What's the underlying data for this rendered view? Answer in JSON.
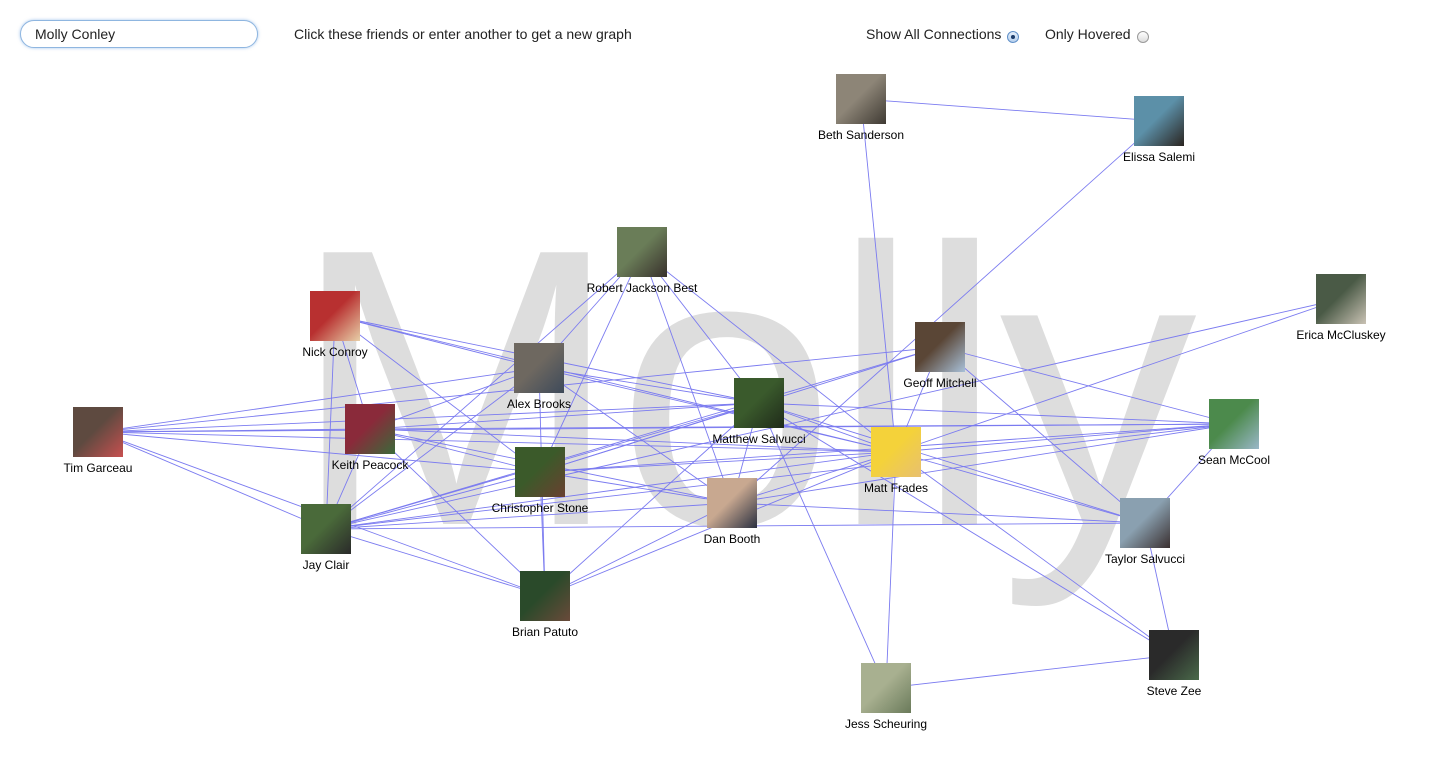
{
  "search": {
    "value": "Molly Conley"
  },
  "hint": "Click these friends or enter another to get a new graph",
  "view_options": {
    "show_all": {
      "label": "Show All Connections",
      "checked": true
    },
    "only_hovered": {
      "label": "Only Hovered",
      "checked": false
    }
  },
  "watermark": "Molly",
  "edge_color": "#7b7bf0",
  "friends": [
    {
      "id": "beth",
      "name": "Beth Sanderson",
      "colors": [
        "#8d8577",
        "#3f3a33"
      ]
    },
    {
      "id": "elissa",
      "name": "Elissa Salemi",
      "colors": [
        "#5c90a8",
        "#2a2420"
      ]
    },
    {
      "id": "robert",
      "name": "Robert Jackson Best",
      "colors": [
        "#6a7d58",
        "#38302c"
      ]
    },
    {
      "id": "erica",
      "name": "Erica McCluskey",
      "colors": [
        "#4a5a46",
        "#c9c2b4"
      ]
    },
    {
      "id": "nick",
      "name": "Nick Conroy",
      "colors": [
        "#b83030",
        "#e7cfa8"
      ]
    },
    {
      "id": "geoff",
      "name": "Geoff Mitchell",
      "colors": [
        "#5a4636",
        "#a8c0d8"
      ]
    },
    {
      "id": "alex",
      "name": "Alex Brooks",
      "colors": [
        "#6e6860",
        "#3e4a5a"
      ]
    },
    {
      "id": "matthew",
      "name": "Matthew Salvucci",
      "colors": [
        "#3a5a2c",
        "#1f2a1a"
      ]
    },
    {
      "id": "tim",
      "name": "Tim Garceau",
      "colors": [
        "#5e4a40",
        "#c85050"
      ]
    },
    {
      "id": "keith",
      "name": "Keith Peacock",
      "colors": [
        "#8a2a3a",
        "#3a6a3a"
      ]
    },
    {
      "id": "sean",
      "name": "Sean McCool",
      "colors": [
        "#4c8a4c",
        "#9ab7c8"
      ]
    },
    {
      "id": "mattf",
      "name": "Matt Frades",
      "colors": [
        "#f4d23a",
        "#e8c070"
      ]
    },
    {
      "id": "christopher",
      "name": "Christopher Stone",
      "colors": [
        "#3b5a2a",
        "#6a4030"
      ]
    },
    {
      "id": "dan",
      "name": "Dan Booth",
      "colors": [
        "#c8a890",
        "#2a3040"
      ]
    },
    {
      "id": "taylor",
      "name": "Taylor Salvucci",
      "colors": [
        "#8aa0b0",
        "#3a3030"
      ]
    },
    {
      "id": "jay",
      "name": "Jay Clair",
      "colors": [
        "#4a6a3a",
        "#2a2a2a"
      ]
    },
    {
      "id": "brian",
      "name": "Brian Patuto",
      "colors": [
        "#2a4a2a",
        "#6a4a3a"
      ]
    },
    {
      "id": "steve",
      "name": "Steve Zee",
      "colors": [
        "#2a2a2a",
        "#4a6a4a"
      ]
    },
    {
      "id": "jess",
      "name": "Jess Scheuring",
      "colors": [
        "#a8b090",
        "#6a7a5a"
      ]
    }
  ],
  "connections": [
    [
      "beth",
      "elissa"
    ],
    [
      "beth",
      "mattf"
    ],
    [
      "elissa",
      "dan"
    ],
    [
      "erica",
      "mattf"
    ],
    [
      "erica",
      "jay"
    ],
    [
      "robert",
      "alex"
    ],
    [
      "robert",
      "christopher"
    ],
    [
      "robert",
      "jay"
    ],
    [
      "robert",
      "dan"
    ],
    [
      "robert",
      "matthew"
    ],
    [
      "robert",
      "mattf"
    ],
    [
      "nick",
      "alex"
    ],
    [
      "nick",
      "matthew"
    ],
    [
      "nick",
      "keith"
    ],
    [
      "nick",
      "jay"
    ],
    [
      "nick",
      "mattf"
    ],
    [
      "nick",
      "christopher"
    ],
    [
      "geoff",
      "mattf"
    ],
    [
      "geoff",
      "taylor"
    ],
    [
      "geoff",
      "tim"
    ],
    [
      "geoff",
      "jay"
    ],
    [
      "geoff",
      "christopher"
    ],
    [
      "geoff",
      "sean"
    ],
    [
      "alex",
      "tim"
    ],
    [
      "alex",
      "matthew"
    ],
    [
      "alex",
      "mattf"
    ],
    [
      "alex",
      "jay"
    ],
    [
      "alex",
      "dan"
    ],
    [
      "alex",
      "keith"
    ],
    [
      "alex",
      "brian"
    ],
    [
      "matthew",
      "tim"
    ],
    [
      "matthew",
      "keith"
    ],
    [
      "matthew",
      "mattf"
    ],
    [
      "matthew",
      "dan"
    ],
    [
      "matthew",
      "christopher"
    ],
    [
      "matthew",
      "jay"
    ],
    [
      "matthew",
      "brian"
    ],
    [
      "matthew",
      "sean"
    ],
    [
      "matthew",
      "taylor"
    ],
    [
      "matthew",
      "jess"
    ],
    [
      "tim",
      "keith"
    ],
    [
      "tim",
      "christopher"
    ],
    [
      "tim",
      "mattf"
    ],
    [
      "tim",
      "jay"
    ],
    [
      "tim",
      "sean"
    ],
    [
      "tim",
      "brian"
    ],
    [
      "keith",
      "mattf"
    ],
    [
      "keith",
      "christopher"
    ],
    [
      "keith",
      "dan"
    ],
    [
      "keith",
      "jay"
    ],
    [
      "keith",
      "brian"
    ],
    [
      "keith",
      "sean"
    ],
    [
      "sean",
      "mattf"
    ],
    [
      "sean",
      "jay"
    ],
    [
      "sean",
      "taylor"
    ],
    [
      "sean",
      "dan"
    ],
    [
      "sean",
      "christopher"
    ],
    [
      "mattf",
      "dan"
    ],
    [
      "mattf",
      "christopher"
    ],
    [
      "mattf",
      "taylor"
    ],
    [
      "mattf",
      "steve"
    ],
    [
      "mattf",
      "jess"
    ],
    [
      "mattf",
      "jay"
    ],
    [
      "mattf",
      "brian"
    ],
    [
      "christopher",
      "dan"
    ],
    [
      "christopher",
      "jay"
    ],
    [
      "christopher",
      "brian"
    ],
    [
      "dan",
      "jay"
    ],
    [
      "dan",
      "brian"
    ],
    [
      "dan",
      "taylor"
    ],
    [
      "taylor",
      "steve"
    ],
    [
      "taylor",
      "jay"
    ],
    [
      "jay",
      "brian"
    ],
    [
      "steve",
      "jess"
    ],
    [
      "steve",
      "matthew"
    ]
  ]
}
